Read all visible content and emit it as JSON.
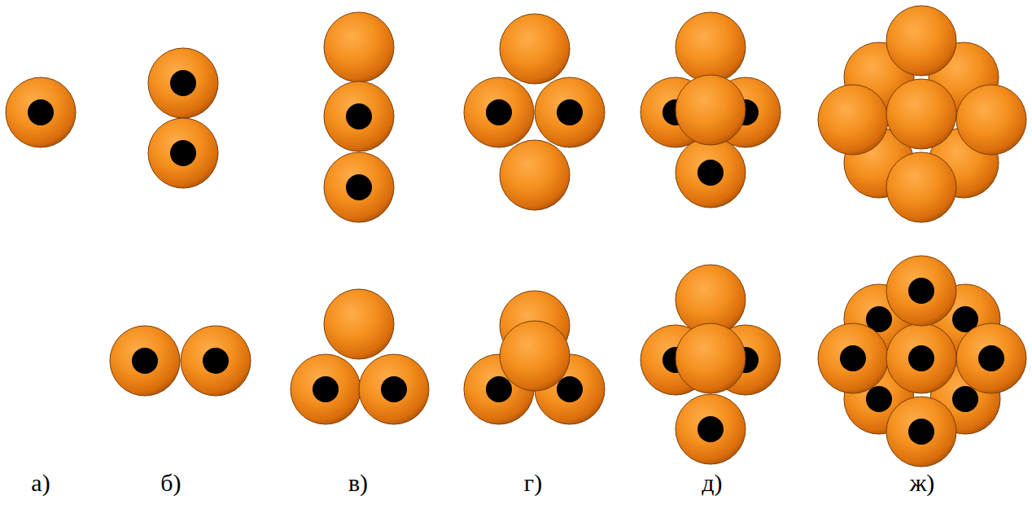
{
  "diagram": {
    "labels": [
      "а)",
      "б)",
      "в)",
      "г)",
      "д)",
      "ж)"
    ]
  }
}
